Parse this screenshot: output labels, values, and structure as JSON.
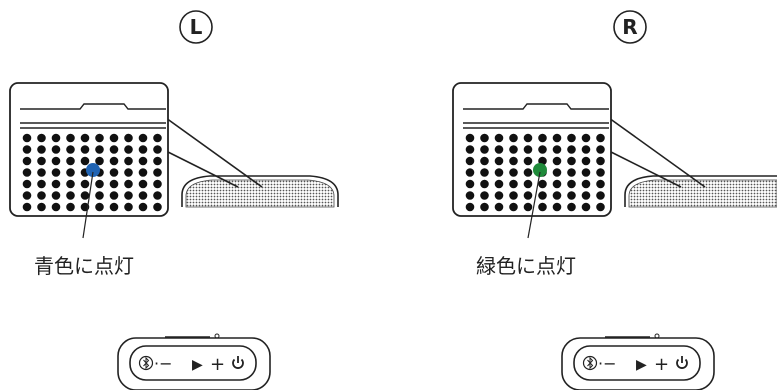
{
  "left": {
    "channel": "L",
    "caption": "青色に点灯",
    "led_color": "#1f63b3"
  },
  "right": {
    "channel": "R",
    "caption": "緑色に点灯",
    "led_color": "#1f8a3a"
  },
  "controls": {
    "bluetooth_icon": "bluetooth-icon",
    "minus": "·−",
    "play": "▶",
    "plus": "+",
    "power_icon": "power-icon"
  }
}
